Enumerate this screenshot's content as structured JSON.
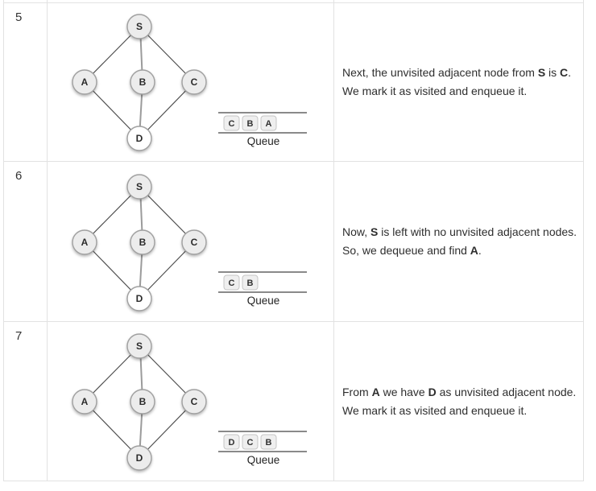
{
  "table": {
    "queue_label": "Queue",
    "node_labels": {
      "S": "S",
      "A": "A",
      "B": "B",
      "C": "C",
      "D": "D"
    },
    "colors": {
      "table_border": "#e2e2e2",
      "node_visited_fill": "#ececec",
      "node_unvisited_fill": "#ffffff",
      "node_stroke": "#a0a0a0",
      "edge_diagonal": "#4f4f4f",
      "edge_vertical": "#9b9b9b",
      "queue_line": "#8a8a8a",
      "queue_box_fill": "#efefef",
      "queue_box_stroke": "#c6c6c6",
      "text": "#2e2e2e"
    },
    "rows": [
      {
        "step": "5",
        "fills": {
          "S": "#ececec",
          "A": "#ececec",
          "B": "#ececec",
          "C": "#ececec",
          "D": "#ffffff"
        },
        "queue": [
          "C",
          "B",
          "A"
        ],
        "line1": [
          {
            "t": "Next, the unvisited adjacent node from "
          },
          {
            "t": "S",
            "b": true
          },
          {
            "t": " is "
          },
          {
            "t": "C",
            "b": true
          },
          {
            "t": "."
          }
        ],
        "line2": [
          {
            "t": "We mark it as visited and enqueue it."
          }
        ]
      },
      {
        "step": "6",
        "fills": {
          "S": "#ececec",
          "A": "#ececec",
          "B": "#ececec",
          "C": "#ececec",
          "D": "#ffffff"
        },
        "queue": [
          "C",
          "B"
        ],
        "line1": [
          {
            "t": "Now, "
          },
          {
            "t": "S",
            "b": true
          },
          {
            "t": " is left with no unvisited adjacent nodes."
          }
        ],
        "line2": [
          {
            "t": "So, we dequeue and find "
          },
          {
            "t": "A",
            "b": true
          },
          {
            "t": "."
          }
        ]
      },
      {
        "step": "7",
        "fills": {
          "S": "#ececec",
          "A": "#ececec",
          "B": "#ececec",
          "C": "#ececec",
          "D": "#ececec"
        },
        "queue": [
          "D",
          "C",
          "B"
        ],
        "line1": [
          {
            "t": "From "
          },
          {
            "t": "A",
            "b": true
          },
          {
            "t": " we have "
          },
          {
            "t": "D",
            "b": true
          },
          {
            "t": " as unvisited adjacent node."
          }
        ],
        "line2": [
          {
            "t": "We mark it as visited and enqueue it."
          }
        ]
      }
    ]
  }
}
